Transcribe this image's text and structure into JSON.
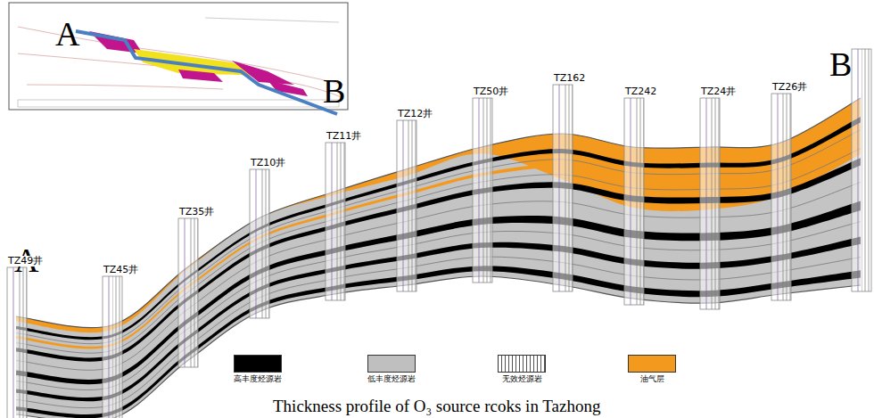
{
  "diagram": {
    "caption": "Thickness profile of O₃ source rcoks in Tazhong",
    "labels": [
      "A",
      "B",
      "A",
      "B",
      "TZ49井",
      "TZ45井",
      "TZ35井",
      "TZ10井",
      "TZ11井",
      "TZ12井",
      "TZ50井",
      "TZ162",
      "TZ242",
      "TZ24井",
      "TZ26井"
    ],
    "legend": [
      {
        "text": "高丰度烃源岩",
        "color": "#000000"
      },
      {
        "text": "低丰度烃源岩",
        "color": "#bfbfbf"
      },
      {
        "text": "无效烃源岩"
      },
      {
        "text": "油气层",
        "color": "#f39a1e"
      }
    ]
  }
}
